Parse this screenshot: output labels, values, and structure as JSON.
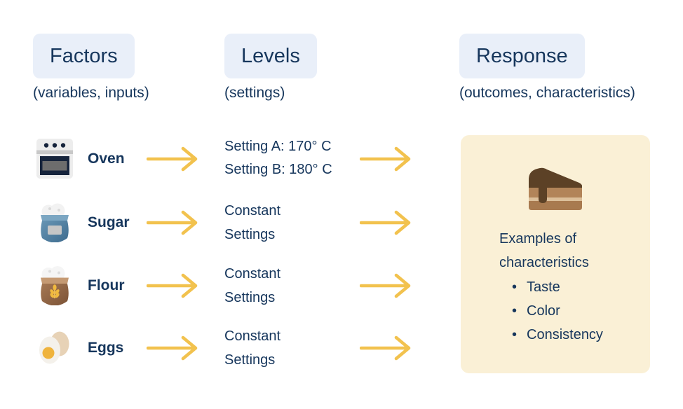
{
  "columns": [
    {
      "title": "Factors",
      "subtitle": "(variables, inputs)"
    },
    {
      "title": "Levels",
      "subtitle": "(settings)"
    },
    {
      "title": "Response",
      "subtitle": "(outcomes, characteristics)"
    }
  ],
  "rows": [
    {
      "factor": "Oven",
      "icon": "oven-icon",
      "levels": [
        "Setting A: 170° C",
        "Setting B: 180° C"
      ]
    },
    {
      "factor": "Sugar",
      "icon": "sugar-bag-icon",
      "levels": [
        "Constant",
        "Settings"
      ]
    },
    {
      "factor": "Flour",
      "icon": "flour-bag-icon",
      "levels": [
        "Constant",
        "Settings"
      ]
    },
    {
      "factor": "Eggs",
      "icon": "eggs-icon",
      "levels": [
        "Constant",
        "Settings"
      ]
    }
  ],
  "response_box": {
    "icon": "cake-slice-icon",
    "heading_line1": "Examples of",
    "heading_line2": "characteristics",
    "bullets": [
      "Taste",
      "Color",
      "Consistency"
    ]
  },
  "colors": {
    "page_bg": "#ffffff",
    "text": "#16365c",
    "pill_bg": "#e9eff9",
    "arrow": "#f2c24e",
    "response_box_bg": "#faf0d6",
    "cake_dark": "#5c4126",
    "cake_mid": "#b28459",
    "cake_stripe": "#dcbf9a",
    "cake_bottom": "#a87a4f"
  }
}
